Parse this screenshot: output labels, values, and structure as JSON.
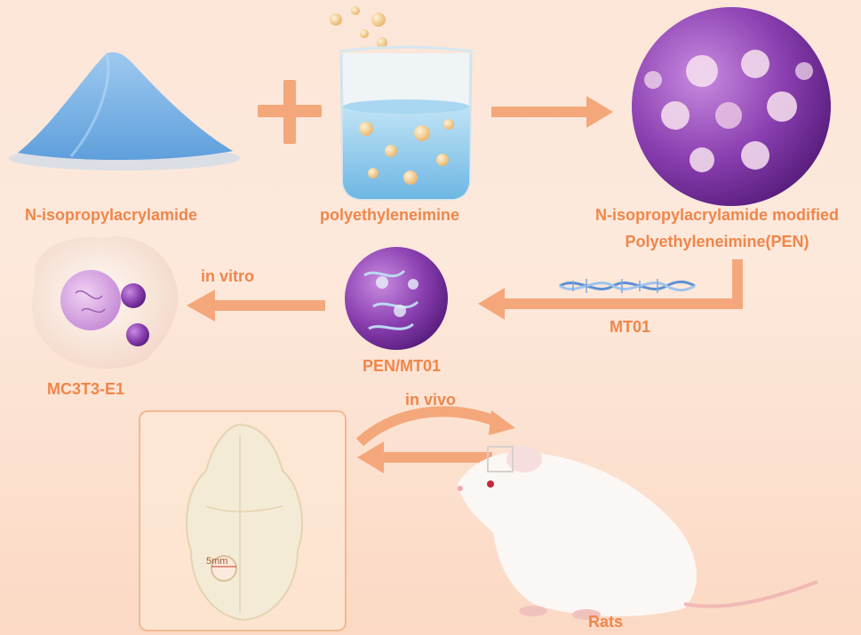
{
  "labels": {
    "monomer": "N-isopropylacrylamide",
    "polymer": "polyethyleneimine",
    "product_line1": "N-isopropylacrylamide modified",
    "product_line2": "Polyethyleneimine(PEN)",
    "gene": "MT01",
    "complex": "PEN/MT01",
    "in_vitro": "in vitro",
    "cell": "MC3T3-E1",
    "in_vivo": "in vivo",
    "animal": "Rats",
    "defect_size": "5mm"
  },
  "colors": {
    "accent": "#f0864a",
    "arrow": "#f4a77a",
    "powder": "#7fb6e8",
    "nanosphere": "#8a3fb0",
    "liquid": "#7cc3ea",
    "bead": "#f3c98a",
    "skull": "#f4ebd6",
    "rat": "#fbf7f4"
  },
  "icons": [
    "powder-pile-icon",
    "plus-icon",
    "beaker-icon",
    "nanosphere-icon",
    "dna-helix-icon",
    "cell-icon",
    "skull-icon",
    "rat-icon"
  ]
}
